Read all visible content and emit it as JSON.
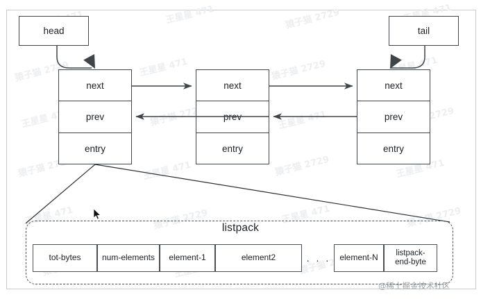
{
  "diagram": {
    "title": "listpack",
    "pointers": [
      {
        "id": "head",
        "label": "head"
      },
      {
        "id": "tail",
        "label": "tail"
      }
    ],
    "nodes": [
      {
        "id": "node-1",
        "fields": [
          "next",
          "prev",
          "entry"
        ]
      },
      {
        "id": "node-2",
        "fields": [
          "next",
          "prev",
          "entry"
        ]
      },
      {
        "id": "node-3",
        "fields": [
          "next",
          "prev",
          "entry"
        ]
      }
    ],
    "node_field_labels": {
      "next": "next",
      "prev": "prev",
      "entry": "entry"
    },
    "listpack": {
      "label": "listpack",
      "cells": [
        {
          "id": "tot-bytes",
          "label": "tot-bytes"
        },
        {
          "id": "num-elements",
          "label": "num-elements"
        },
        {
          "id": "element-1",
          "label": "element-1"
        },
        {
          "id": "element-2",
          "label": "element2"
        },
        {
          "id": "element-n",
          "label": "element-N"
        },
        {
          "id": "listpack-end-byte",
          "label": "listpack-\nend-byte"
        }
      ],
      "ellipsis": ". . ."
    },
    "watermark": {
      "corner": "@稀土掘金技术社区",
      "tile_a": "王星星 471",
      "tile_b": "猿子猫 2729"
    },
    "colors": {
      "stroke": "#3f4448",
      "background": "#ffffff",
      "page_border": "#c9ccce",
      "watermark": "#eceef0"
    }
  }
}
